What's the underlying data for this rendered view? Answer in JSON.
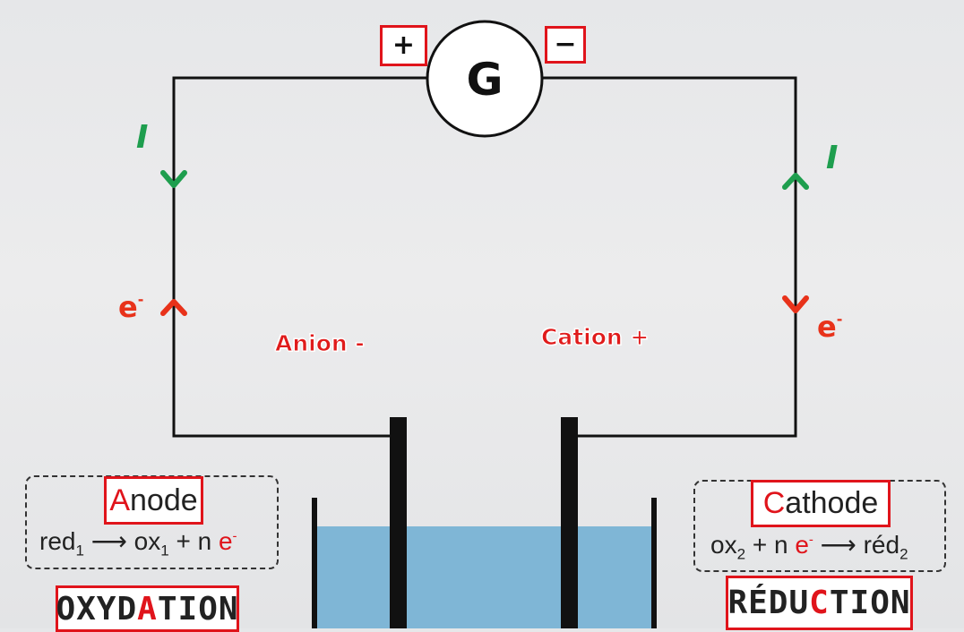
{
  "galvanometer": {
    "label": "G",
    "plus": "+",
    "minus": "−"
  },
  "current": {
    "left_label": "I",
    "right_label": "I"
  },
  "electrons": {
    "left_label": "e",
    "right_label": "e",
    "superscript": "-"
  },
  "ions": {
    "anion": "Anion -",
    "cation": "Cation +"
  },
  "anode": {
    "name_first": "A",
    "name_rest": "node",
    "eq_red": "red",
    "eq_red_sub": "1",
    "eq_arrow": " ⟶ ",
    "eq_ox": "ox",
    "eq_ox_sub": "1",
    "eq_plus_n": " + n ",
    "eq_e": "e",
    "eq_e_sup": "-",
    "process_before": "OXYD",
    "process_highlight": "A",
    "process_after": "TION"
  },
  "cathode": {
    "name_first": "C",
    "name_rest": "athode",
    "eq_ox": "ox",
    "eq_ox_sub": "2",
    "eq_plus_n": " + n ",
    "eq_e": "e",
    "eq_e_sup": "-",
    "eq_arrow": " ⟶ ",
    "eq_red": "réd",
    "eq_red_sub": "2",
    "process_before": "RÉDU",
    "process_highlight": "C",
    "process_after": "TION"
  },
  "colors": {
    "wire": "#111111",
    "current_arrow": "#1e9e4e",
    "electron_arrow": "#e8321a",
    "solution": "#7fb6d6",
    "highlight_box": "#e0141b"
  }
}
